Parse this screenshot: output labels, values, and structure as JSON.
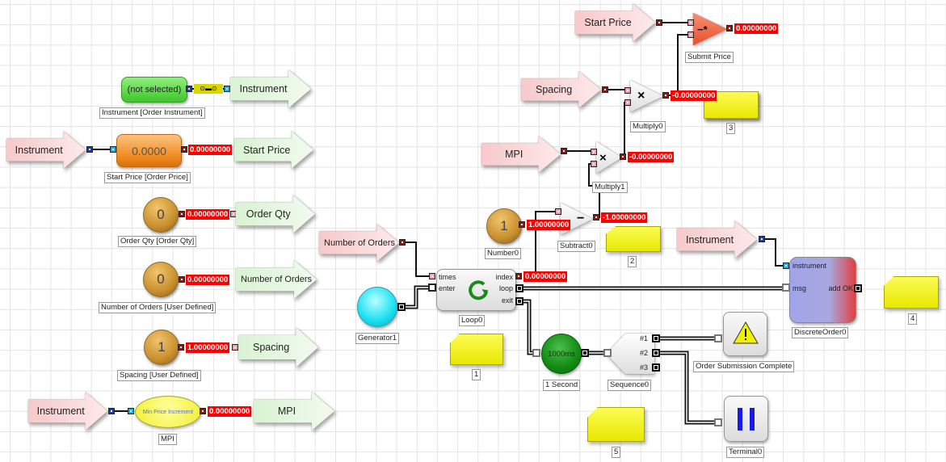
{
  "left": {
    "instrument_selector": {
      "value": "(not selected)",
      "label": "Instrument [Order Instrument]",
      "out": "Instrument"
    },
    "start_price": {
      "in": "Instrument",
      "value": "0.0000",
      "output": "0.00000000",
      "label": "Start Price [Order Price]",
      "out": "Start Price"
    },
    "order_qty": {
      "value": "0",
      "output": "0.00000000",
      "label": "Order Qty [Order Qty]",
      "out": "Order Qty"
    },
    "number_of_orders": {
      "value": "0",
      "output": "0.00000000",
      "label": "Number of Orders [User Defined]",
      "out": "Number of Orders"
    },
    "spacing": {
      "value": "1",
      "output": "1.00000000",
      "label": "Spacing [User Defined]",
      "out": "Spacing"
    },
    "mpi": {
      "in": "Instrument",
      "value": "Min Price Increment",
      "output": "0.00000000",
      "label": "MPI",
      "out": "MPI"
    }
  },
  "middle": {
    "num_orders_in": "Number of Orders",
    "loop": {
      "label": "Loop0",
      "ports": {
        "times": "times",
        "enter": "enter",
        "index": "index",
        "loop": "loop",
        "exit": "exit"
      },
      "index_value": "0.00000000"
    },
    "generator": {
      "label": "Generator1"
    },
    "number0": {
      "value": "1",
      "output": "1.00000000",
      "label": "Number0"
    },
    "subtract": {
      "symbol": "−",
      "output": "-1.00000000",
      "label": "Subtract0"
    },
    "mpi_in": "MPI",
    "multiply1": {
      "symbol": "×",
      "output": "-0.00000000",
      "label": "Multiply1"
    },
    "spacing_in": "Spacing",
    "multiply0": {
      "symbol": "×",
      "output": "-0.00000000",
      "label": "Multiply0"
    },
    "start_price_in": "Start Price",
    "submit_price": {
      "symbol": "−*",
      "output": "0.00000000",
      "label": "Submit Price"
    },
    "timer": {
      "value": "1000ms",
      "label": "1 Second"
    },
    "sequence": {
      "label": "Sequence0",
      "ports": [
        "#1",
        "#2",
        "#3"
      ]
    },
    "alert": {
      "label": "Order Submission Complete",
      "icon": "warning-icon"
    },
    "terminal": {
      "label": "Terminal0",
      "icon": "pause-icon"
    },
    "instrument_in": "Instrument",
    "discrete_order": {
      "label": "DiscreteOrder0",
      "ports": {
        "instrument": "instrument",
        "msg": "msg",
        "add_ok": "add OK"
      }
    }
  },
  "notes": [
    "1",
    "2",
    "3",
    "4",
    "5"
  ],
  "colors": {
    "value_bg": "#ff0000",
    "note": "#f5f520",
    "input_arrow": "#f9d4d4",
    "output_arrow": "#e2f6dd"
  }
}
